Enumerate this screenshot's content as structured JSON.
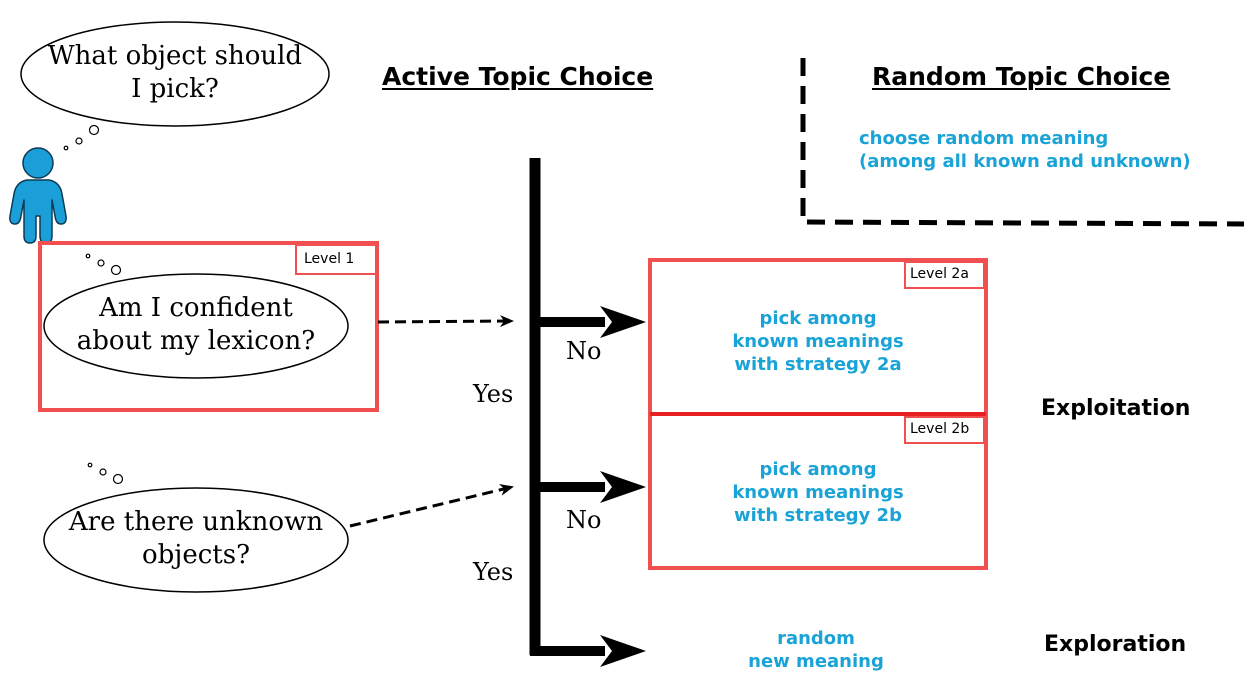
{
  "titles": {
    "active": "Active Topic Choice",
    "random": "Random Topic Choice"
  },
  "thoughts": {
    "what_object": [
      "What object should",
      "I pick?"
    ],
    "confident": [
      "Am I confident",
      "about my lexicon?"
    ],
    "unknown": [
      "Are there unknown",
      "objects?"
    ]
  },
  "random_choice": {
    "line1": "choose random meaning",
    "line2": "(among all known and unknown)"
  },
  "levels": {
    "level1": "Level 1",
    "level2a": "Level 2a",
    "level2b": "Level 2b"
  },
  "boxes": {
    "box2a": [
      "pick among",
      "known meanings",
      "with strategy 2a"
    ],
    "box2b": [
      "pick among",
      "known meanings",
      "with strategy 2b"
    ]
  },
  "branches": {
    "no1": "No",
    "yes1": "Yes",
    "no2": "No",
    "yes2": "Yes"
  },
  "outcomes": {
    "random_new": [
      "random",
      "new meaning"
    ],
    "exploitation": "Exploitation",
    "exploration": "Exploration"
  },
  "colors": {
    "box_border": "#f05050",
    "box_border_dark": "#e82020",
    "accent_text": "#1aa3d6",
    "person": "#1a9fd8",
    "line": "#000000"
  }
}
